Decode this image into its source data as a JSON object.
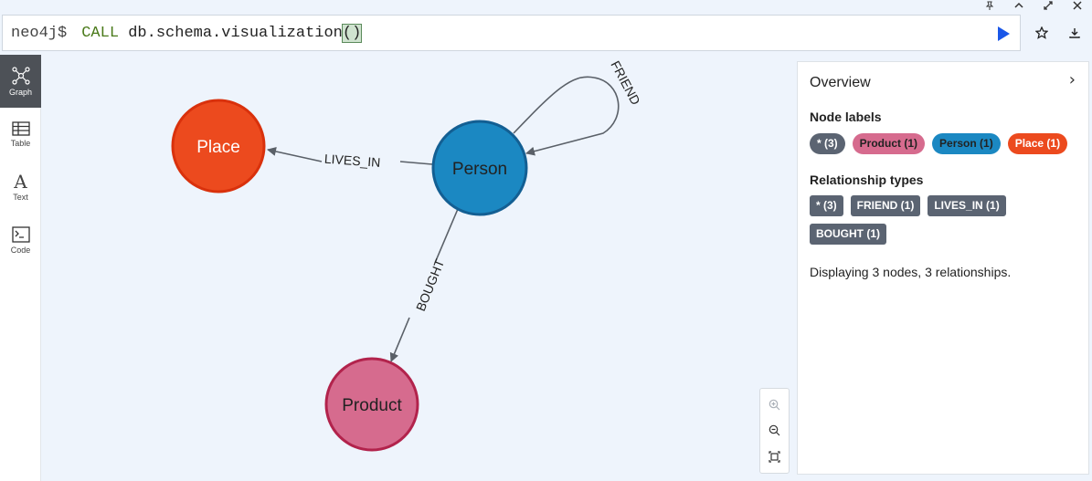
{
  "editor": {
    "prompt": "neo4j$",
    "keyword": "CALL",
    "procedure": "db.schema.visualization",
    "parens": "()"
  },
  "window_controls": [
    "pin-icon",
    "collapse-icon",
    "fullscreen-icon",
    "close-icon"
  ],
  "sidebar": {
    "items": [
      {
        "label": "Graph",
        "icon": "graph-icon",
        "active": true
      },
      {
        "label": "Table",
        "icon": "table-icon",
        "active": false
      },
      {
        "label": "Text",
        "icon": "text-icon",
        "active": false
      },
      {
        "label": "Code",
        "icon": "code-icon",
        "active": false
      }
    ]
  },
  "graph": {
    "nodes": [
      {
        "id": "place",
        "label": "Place",
        "color": "#ec4a1e",
        "border": "#d23d12"
      },
      {
        "id": "person",
        "label": "Person",
        "color": "#1b88c2",
        "border": "#1369a0"
      },
      {
        "id": "product",
        "label": "Product",
        "color": "#d66b8e",
        "border": "#b8254e"
      }
    ],
    "relationships": [
      {
        "type": "LIVES_IN",
        "from": "person",
        "to": "place"
      },
      {
        "type": "BOUGHT",
        "from": "person",
        "to": "product"
      },
      {
        "type": "FRIEND",
        "from": "person",
        "to": "person"
      }
    ]
  },
  "zoom_controls": [
    "zoom-in-icon",
    "zoom-out-icon",
    "fit-icon"
  ],
  "overview": {
    "title": "Overview",
    "node_labels_heading": "Node labels",
    "node_labels": [
      {
        "text": "* (3)",
        "color": "#5b6472"
      },
      {
        "text": "Product (1)",
        "color": "#d66b8e"
      },
      {
        "text": "Person (1)",
        "color": "#1b88c2"
      },
      {
        "text": "Place (1)",
        "color": "#ec4a1e"
      }
    ],
    "rel_types_heading": "Relationship types",
    "rel_types": [
      "* (3)",
      "FRIEND (1)",
      "LIVES_IN (1)",
      "BOUGHT (1)"
    ],
    "status": "Displaying 3 nodes, 3 relationships."
  }
}
